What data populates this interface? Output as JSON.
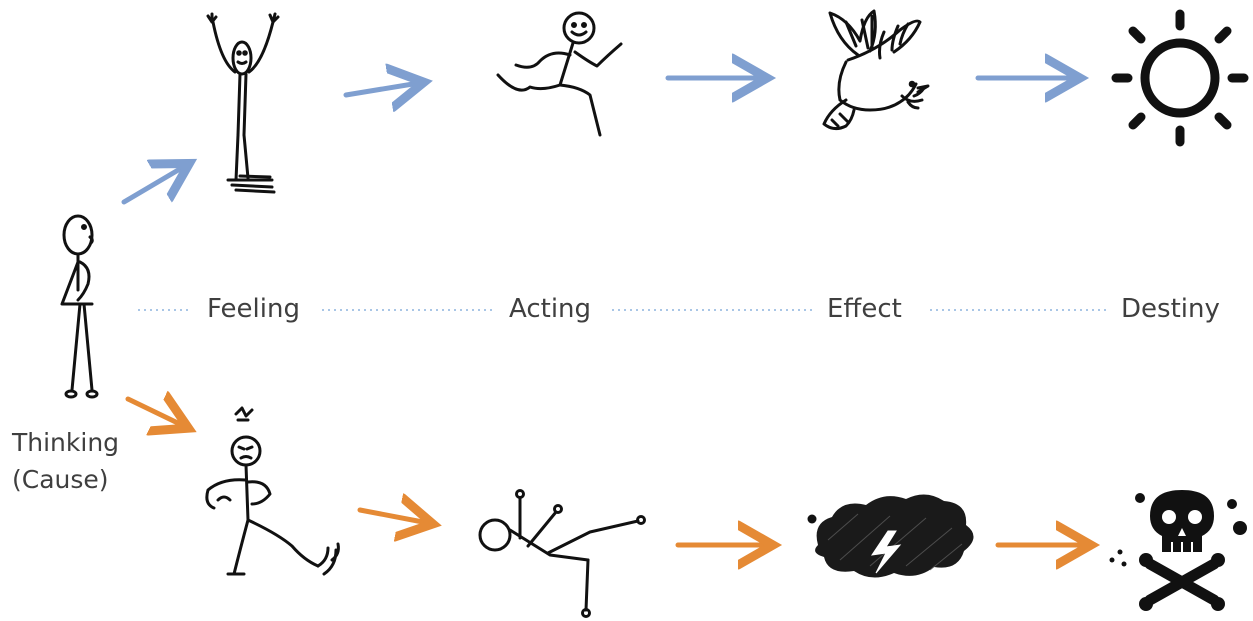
{
  "stages": [
    {
      "id": "feeling",
      "label": "Feeling"
    },
    {
      "id": "acting",
      "label": "Acting"
    },
    {
      "id": "effect",
      "label": "Effect"
    },
    {
      "id": "destiny",
      "label": "Destiny"
    }
  ],
  "cause": {
    "line1": "Thinking",
    "line2": "(Cause)"
  },
  "colors": {
    "positive_arrow": "#7f9fd0",
    "negative_arrow": "#e58a35",
    "dotted_line": "#a9c6e6",
    "label_text": "#3f3f3f",
    "ink": "#111111"
  },
  "icons": {
    "thinker": "thinking-stick-figure-icon",
    "positive": [
      "cheering-stick-figure-icon",
      "running-stick-figure-icon",
      "dove-icon",
      "sun-icon"
    ],
    "negative": [
      "angry-stick-figure-icon",
      "falling-stick-figure-icon",
      "storm-cloud-icon",
      "skull-crossbones-icon"
    ]
  }
}
